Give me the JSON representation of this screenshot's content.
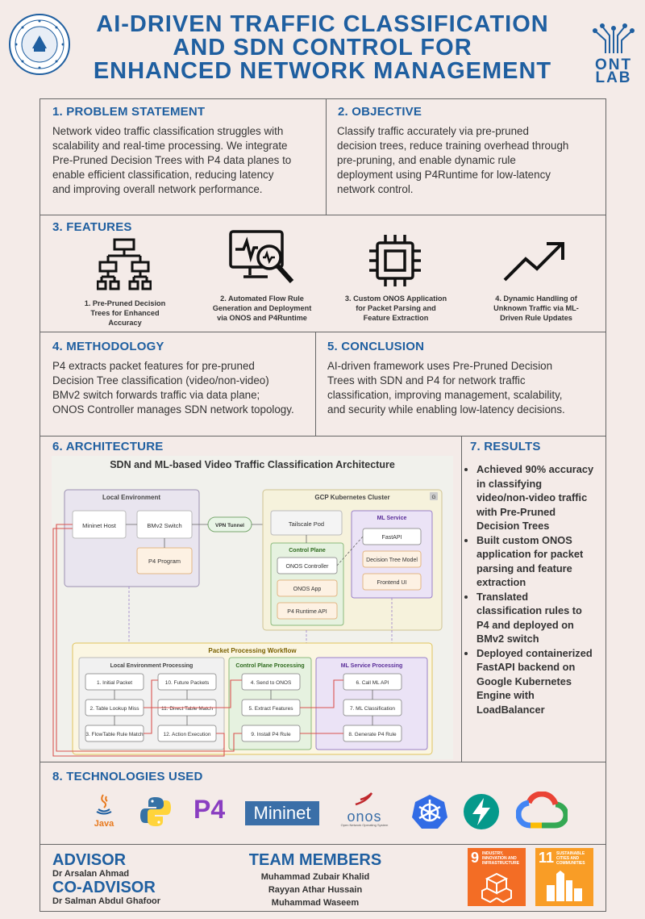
{
  "header": {
    "title_l1": "AI-DRIVEN TRAFFIC CLASSIFICATION",
    "title_l2": "AND SDN CONTROL FOR",
    "title_l3": "ENHANCED NETWORK MANAGEMENT",
    "lab_l1": "ONT",
    "lab_l2": "LAB"
  },
  "problem": {
    "heading": "1. PROBLEM STATEMENT",
    "lines": [
      "Network video traffic classification struggles with",
      "scalability and real-time processing. We integrate",
      "Pre-Pruned Decision Trees with P4 data planes to",
      "enable efficient classification, reducing latency",
      "and improving overall network performance."
    ]
  },
  "objective": {
    "heading": "2. OBJECTIVE",
    "lines": [
      "Classify traffic accurately via pre-pruned",
      "decision trees, reduce training overhead through",
      "pre-pruning, and enable dynamic rule",
      "deployment using P4Runtime for low-latency",
      "network control."
    ]
  },
  "features": {
    "heading": "3. FEATURES",
    "items": [
      {
        "icon": "hierarchy-icon",
        "lines": [
          "1. Pre-Pruned Decision",
          "Trees for Enhanced",
          "Accuracy"
        ]
      },
      {
        "icon": "monitor-search-icon",
        "lines": [
          "2. Automated Flow Rule",
          "Generation and Deployment",
          "via ONOS and P4Runtime"
        ]
      },
      {
        "icon": "chip-icon",
        "lines": [
          "3. Custom ONOS Application",
          "for Packet Parsing and",
          "Feature Extraction"
        ]
      },
      {
        "icon": "trend-arrow-icon",
        "lines": [
          "4. Dynamic Handling of",
          "Unknown Traffic via ML-",
          "Driven Rule Updates"
        ]
      }
    ]
  },
  "methodology": {
    "heading": "4. METHODOLOGY",
    "lines": [
      "P4 extracts packet features for pre-pruned",
      "Decision Tree classification (video/non-video)",
      "BMv2 switch forwards traffic via data plane;",
      "ONOS Controller manages SDN network topology."
    ]
  },
  "conclusion": {
    "heading": "5. CONCLUSION",
    "lines": [
      "AI-driven framework uses Pre-Pruned Decision",
      "Trees with SDN and P4 for network traffic",
      "classification, improving management, scalability,",
      "and security while enabling low-latency decisions."
    ]
  },
  "architecture": {
    "heading": "6. ARCHITECTURE",
    "diagram_title": "SDN and ML-based Video Traffic Classification Architecture",
    "local_env": "Local Environment",
    "mininet_host": "Mininet Host",
    "bmv2_switch": "BMv2 Switch",
    "p4_program": "P4 Program",
    "vpn_tunnel": "VPN Tunnel",
    "gcp_cluster": "GCP Kubernetes Cluster",
    "gcp_badge": "G",
    "tailscale_pod": "Tailscale Pod",
    "control_plane": "Control Plane",
    "onos_controller": "ONOS Controller",
    "onos_app": "ONOS App",
    "p4_runtime_api": "P4 Runtime API",
    "ml_service": "ML Service",
    "fastapi": "FastAPI",
    "dt_model": "Decision Tree Model",
    "frontend_ui": "Frontend UI",
    "workflow": "Packet Processing Workflow",
    "lep": "Local Environment Processing",
    "cpp": "Control Plane Processing",
    "mlp": "ML Service Processing",
    "steps": {
      "s1": "1. Initial Packet",
      "s2": "2. Table Lookup Miss",
      "s3": "3. FlowTable Rule Match",
      "s4": "4. Send to ONOS",
      "s5": "5. Extract Features",
      "s6": "6. Call ML API",
      "s7": "7. ML Classification",
      "s8": "8. Generate P4 Rule",
      "s9": "9. Install P4 Rule",
      "s10": "10. Future Packets",
      "s11": "11. Direct Table Match",
      "s12": "12. Action Execution"
    }
  },
  "results": {
    "heading": "7. RESULTS",
    "items": [
      [
        "Achieved 90% accuracy",
        "in classifying",
        "video/non-video traffic",
        "with Pre-Pruned",
        "Decision Trees"
      ],
      [
        "Built custom ONOS",
        "application for packet",
        "parsing and feature",
        "extraction"
      ],
      [
        "Translated",
        "classification rules to",
        "P4 and deployed on",
        "BMv2 switch"
      ],
      [
        "Deployed containerized",
        "FastAPI backend on",
        "Google Kubernetes",
        "Engine with",
        "LoadBalancer"
      ]
    ]
  },
  "technologies": {
    "heading": "8. TECHNOLOGIES USED",
    "java": "Java",
    "p4": "P4",
    "mininet": "Mininet",
    "onos": "onos",
    "onos_sub": "Open Network Operating System"
  },
  "footer": {
    "advisor_h": "ADVISOR",
    "advisor_n": "Dr Arsalan Ahmad",
    "coadvisor_h": "CO-ADVISOR",
    "coadvisor_n": "Dr Salman Abdul Ghafoor",
    "team_h": "TEAM MEMBERS",
    "team": [
      "Muhammad Zubair Khalid",
      "Rayyan Athar Hussain",
      "Muhammad Waseem"
    ],
    "sdg9_num": "9",
    "sdg9_text": "INDUSTRY, INNOVATION AND INFRASTRUCTURE",
    "sdg11_num": "11",
    "sdg11_text": "SUSTAINABLE CITIES AND COMMUNITIES",
    "sdg9_color": "#f36d25",
    "sdg11_color": "#f99d26"
  }
}
